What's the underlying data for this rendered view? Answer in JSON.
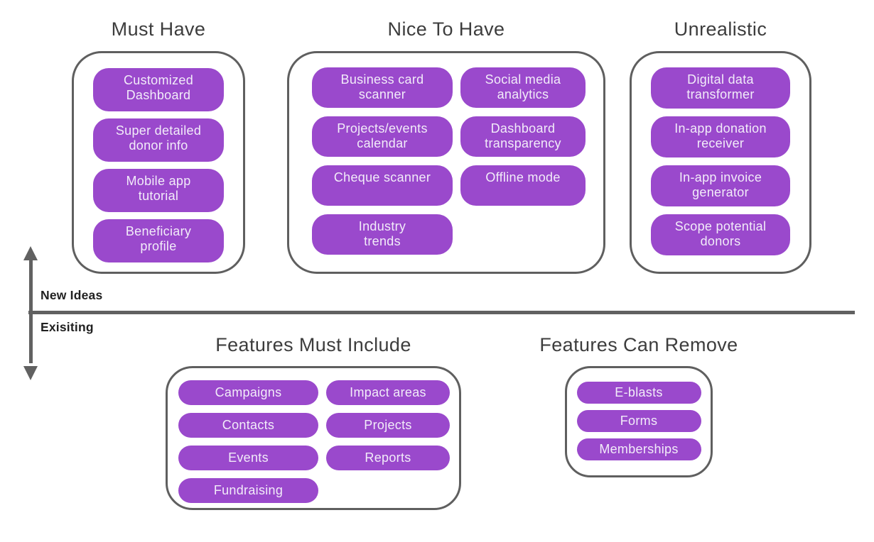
{
  "colors": {
    "pill_fill": "#9a49cc",
    "pill_text": "#f2ecf9",
    "container_border": "#5f5f5f",
    "title_text": "#3d3d3d",
    "axis": "#616161",
    "axis_label_text": "#212121",
    "background": "#ffffff"
  },
  "axis": {
    "top_label": "New Ideas",
    "bottom_label": "Exisiting"
  },
  "groups": [
    {
      "title": "Must Have",
      "items": [
        "Customized\nDashboard",
        "Super detailed\ndonor info",
        "Mobile app\ntutorial",
        "Beneficiary\nprofile"
      ]
    },
    {
      "title": "Nice To Have",
      "items": [
        "Business card\nscanner",
        "Social media\nanalytics",
        "Projects/events\ncalendar",
        "Dashboard\ntransparency",
        "Cheque scanner",
        "Offline mode",
        "Industry\ntrends"
      ]
    },
    {
      "title": "Unrealistic",
      "items": [
        "Digital data\ntransformer",
        "In-app donation\nreceiver",
        "In-app invoice\ngenerator",
        "Scope potential\ndonors"
      ]
    },
    {
      "title": "Features Must Include",
      "items": [
        "Campaigns",
        "Impact areas",
        "Contacts",
        "Projects",
        "Events",
        "Reports",
        "Fundraising"
      ]
    },
    {
      "title": "Features Can Remove",
      "items": [
        "E-blasts",
        "Forms",
        "Memberships"
      ]
    }
  ]
}
